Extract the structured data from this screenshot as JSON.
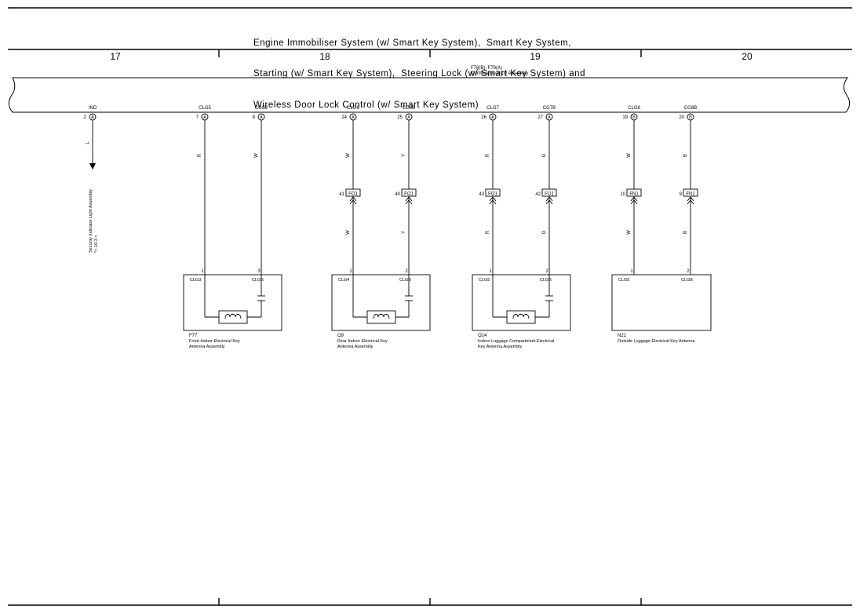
{
  "title": {
    "lines": [
      "Engine Immobiliser System (w/ Smart Key System),  Smart Key System,",
      "Starting (w/ Smart Key System),  Steering Lock (w/ Smart Key System) and",
      "Wireless Door Lock Control (w/ Smart Key System)"
    ]
  },
  "columns": [
    "17",
    "18",
    "19",
    "20"
  ],
  "ecu": {
    "code": "F78(B), F79(A)",
    "name": "Certification ECU Assembly"
  },
  "indicator": {
    "terminal": "IND",
    "pin": "2",
    "connector": "A",
    "wire_color": "L",
    "destination_line1": "Security Indicator Light Assembly",
    "destination_line2": "*< 10-3 >"
  },
  "antenna_groups": [
    {
      "wires": [
        {
          "terminal": "CLG5",
          "pin": "7",
          "connector": "A",
          "color_top": "R",
          "has_junction": false,
          "junction_pin": "",
          "junction_label": "",
          "color_bottom": "",
          "device_pin": "1",
          "device_label": "CLG3"
        },
        {
          "terminal": "CG5B",
          "pin": "8",
          "connector": "A",
          "color_top": "W",
          "has_junction": false,
          "junction_pin": "",
          "junction_label": "",
          "color_bottom": "",
          "device_pin": "3",
          "device_label": "CLGB"
        }
      ],
      "device_code": "F77",
      "device_name_line1": "Front Indoor Electrical Key",
      "device_name_line2": "Antenna Assembly",
      "has_coil": true
    },
    {
      "wires": [
        {
          "terminal": "CLG6",
          "pin": "24",
          "connector": "A",
          "color_top": "W",
          "has_junction": true,
          "junction_pin": "41",
          "junction_label": "FO1",
          "color_bottom": "W",
          "device_pin": "1",
          "device_label": "CLG4"
        },
        {
          "terminal": "CG6B",
          "pin": "25",
          "connector": "A",
          "color_top": "Y",
          "has_junction": true,
          "junction_pin": "40",
          "junction_label": "FO1",
          "color_bottom": "Y",
          "device_pin": "2",
          "device_label": "CLGB"
        }
      ],
      "device_code": "O9",
      "device_name_line1": "Rear Indoor Electrical Key",
      "device_name_line2": "Antenna Assembly",
      "has_coil": true
    },
    {
      "wires": [
        {
          "terminal": "CLG7",
          "pin": "26",
          "connector": "A",
          "color_top": "R",
          "has_junction": true,
          "junction_pin": "43",
          "junction_label": "FO1",
          "color_bottom": "R",
          "device_pin": "1",
          "device_label": "CLG5"
        },
        {
          "terminal": "CG7B",
          "pin": "27",
          "connector": "A",
          "color_top": "G",
          "has_junction": true,
          "junction_pin": "42",
          "junction_label": "FO1",
          "color_bottom": "G",
          "device_pin": "2",
          "device_label": "CLGB"
        }
      ],
      "device_code": "O14",
      "device_name_line1": "Indoor Luggage Compartment Electrical",
      "device_name_line2": "Key Antenna Assembly",
      "has_coil": true
    },
    {
      "wires": [
        {
          "terminal": "CLG8",
          "pin": "19",
          "connector": "B",
          "color_top": "W",
          "has_junction": true,
          "junction_pin": "10",
          "junction_label": "FN1",
          "color_bottom": "W",
          "device_pin": "1",
          "device_label": "CLG5"
        },
        {
          "terminal": "CG8B",
          "pin": "20",
          "connector": "B",
          "color_top": "B",
          "has_junction": true,
          "junction_pin": "9",
          "junction_label": "FN1",
          "color_bottom": "B",
          "device_pin": "2",
          "device_label": "CLGB"
        }
      ],
      "device_code": "N21",
      "device_name_line1": "Outside Luggage Electrical Key Antenna",
      "device_name_line2": "",
      "has_coil": false
    }
  ]
}
